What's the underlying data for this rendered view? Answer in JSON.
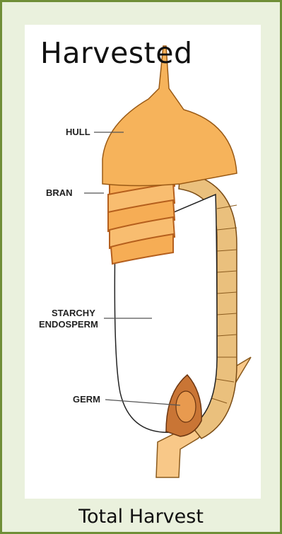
{
  "title": "Harvested",
  "caption": "Total Harvest",
  "labels": {
    "hull": "HULL",
    "bran": "BRAN",
    "starchy_line1": "STARCHY",
    "starchy_line2": "ENDOSPERM",
    "germ": "GERM"
  },
  "colors": {
    "border": "#6f8f37",
    "panel": "#eaf1dd",
    "hull": "#f6b35b",
    "bran": "#f6ad55",
    "bran_edge": "#c96a1f",
    "endosperm": "#ffffff",
    "germ": "#c97535"
  }
}
